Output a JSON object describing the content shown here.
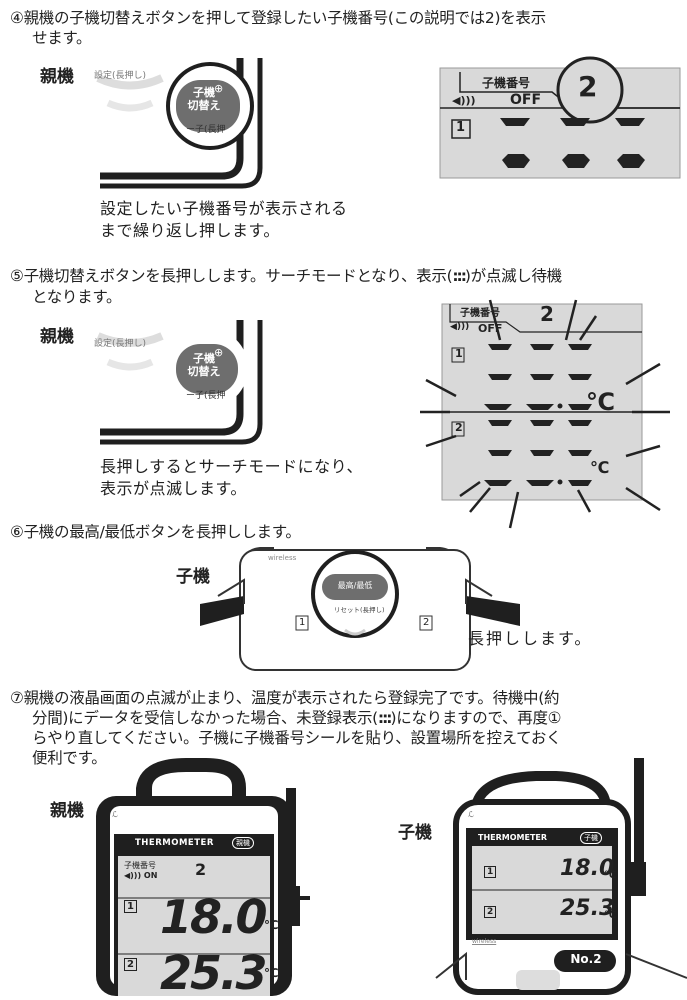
{
  "steps": {
    "s4_line1": "④親機の子機切替えボタンを押して登録したい子機番号(この説明では2)を表示",
    "s4_line2": "せます。",
    "s5_line1": "⑤子機切替えボタンを長押しします。サーチモードとなり、表示(",
    "s5_line1b": ")が点滅し待機",
    "s5_line2": "となります。",
    "s6_line1": "⑥子機の最高/最低ボタンを長押しします。",
    "s7_line1": "⑦親機の液晶画面の点滅が止まり、温度が表示されたら登録完了です。待機中(約",
    "s7_line2": "分間)にデータを受信しなかった場合、未登録表示(",
    "s7_line2b": ")になりますので、再度①",
    "s7_line3": "らやり直してください。子機に子機番号シールを貼り、設置場所を控えておく",
    "s7_line4": "便利です。"
  },
  "labels": {
    "parent": "親機",
    "child": "子機"
  },
  "captions": {
    "s4_cap1": "設定したい子機番号が表示される",
    "s4_cap2": "まで繰り返し押します。",
    "s5_cap1": "長押しするとサーチモードになり、",
    "s5_cap2": "表示が点滅します。",
    "s6_cap": "長押しします。"
  },
  "device": {
    "btn_child_1": "子機",
    "btn_child_2": "切替え",
    "setting_text": "設定(長押し)",
    "reset_fragment": "ー子(長押",
    "btn_maxmin": "最高/最低",
    "reset_text": "リセット(長押し)",
    "brand": "wireless",
    "thermometer": "THERMOMETER",
    "badge_parent": "親機",
    "badge_child": "子機",
    "child_no_label": "子機番号",
    "sound_on": "◀))) ON",
    "sound_off": "◀)))",
    "off_text": "OFF",
    "ch1": "1",
    "ch2": "2",
    "selected_number": "2",
    "temp1": "18.0",
    "temp2": "25.3",
    "unit": "℃",
    "no_badge": "No.2"
  },
  "colors": {
    "ink": "#222222",
    "lcd": "#d9d9d9",
    "button": "#6e6e6e",
    "frame": "#1f1f1f"
  }
}
